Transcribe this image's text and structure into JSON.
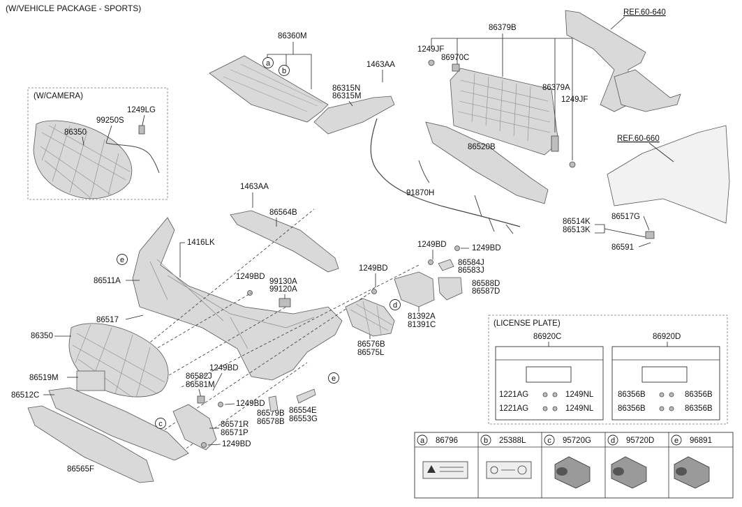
{
  "header": "(W/VEHICLE PACKAGE - SPORTS)",
  "camera_box_label": "(W/CAMERA)",
  "license_box_label": "(LICENSE PLATE)",
  "refs": [
    "REF.60-640",
    "REF.60-660"
  ],
  "labels": {
    "p86360M": "86360M",
    "p1463AA_a": "1463AA",
    "p86315N": "86315N",
    "p86315M": "86315M",
    "p86379B": "86379B",
    "p1249JF_a": "1249JF",
    "p86970C": "86970C",
    "p86379A": "86379A",
    "p1249JF_b": "1249JF",
    "p86520B": "86520B",
    "p1249LG": "1249LG",
    "p99250S": "99250S",
    "p86350_cam": "86350",
    "p91870H": "91870H",
    "p1463AA_b": "1463AA",
    "p86564B": "86564B",
    "p1416LK": "1416LK",
    "p86511A": "86511A",
    "p1249BD_a": "1249BD",
    "p99130A": "99130A",
    "p99120A": "99120A",
    "p86517": "86517",
    "p86350": "86350",
    "p1249BD_b": "1249BD",
    "p1249BD_c": "1249BD",
    "p1249BD_d": "1249BD",
    "p86584J": "86584J",
    "p86583J": "86583J",
    "p86588D": "86588D",
    "p86587D": "86587D",
    "p81392A": "81392A",
    "p81391C": "81391C",
    "p86576B": "86576B",
    "p86575L": "86575L",
    "p86514K": "86514K",
    "p86513K": "86513K",
    "p86517G": "86517G",
    "p86591": "86591",
    "p86519M": "86519M",
    "p86512C": "86512C",
    "p1249BD_e": "1249BD",
    "p86582J": "86582J",
    "p86581M": "86581M",
    "p1249BD_f": "1249BD",
    "p86579B": "86579B",
    "p86578B": "86578B",
    "p86554E": "86554E",
    "p86553G": "86553G",
    "p86571R": "86571R",
    "p86571P": "86571P",
    "p1249BD_g": "1249BD",
    "p86565F": "86565F"
  },
  "license_plate": {
    "left": {
      "part": "86920C",
      "rows": [
        {
          "a": "1221AG",
          "b": "1249NL"
        },
        {
          "a": "1221AG",
          "b": "1249NL"
        }
      ]
    },
    "right": {
      "part": "86920D",
      "rows": [
        {
          "a": "86356B",
          "b": "86356B"
        },
        {
          "a": "86356B",
          "b": "86356B"
        }
      ]
    }
  },
  "callouts": [
    {
      "letter": "a",
      "part": "86796"
    },
    {
      "letter": "b",
      "part": "25388L"
    },
    {
      "letter": "c",
      "part": "95720G"
    },
    {
      "letter": "d",
      "part": "95720D"
    },
    {
      "letter": "e",
      "part": "96891"
    }
  ]
}
